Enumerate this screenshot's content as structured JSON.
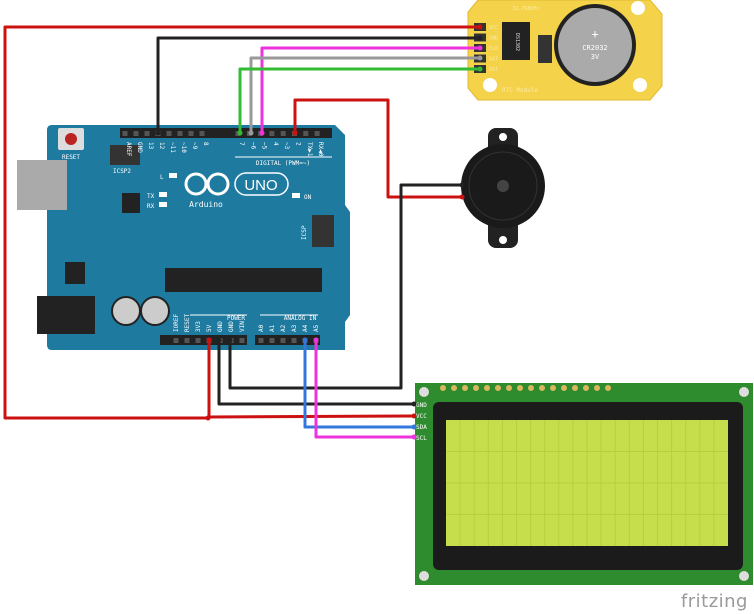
{
  "arduino": {
    "brand": "Arduino",
    "model": "UNO",
    "reset_label": "RESET",
    "icsp2_label": "ICSP2",
    "icsp_label": "ICSP",
    "led_l": "L",
    "led_tx": "TX",
    "led_rx": "RX",
    "led_on": "ON",
    "digital_label": "DIGITAL (PWM=~)",
    "power_label": "POWER",
    "analog_label": "ANALOG IN",
    "top_pins": [
      "AREF",
      "GND",
      "13",
      "12",
      "~11",
      "~10",
      "~9",
      "8",
      "7",
      "~6",
      "~5",
      "4",
      "~3",
      "2",
      "TX▶1",
      "RX◀0"
    ],
    "power_pins": [
      "IOREF",
      "RESET",
      "3V3",
      "5V",
      "GND",
      "GND",
      "VIN"
    ],
    "analog_pins": [
      "A0",
      "A1",
      "A2",
      "A3",
      "A4",
      "A5"
    ]
  },
  "rtc": {
    "chip_text": "DS1302",
    "battery": "CR2032",
    "battery_voltage": "3V",
    "battery_plus": "+",
    "module_label": "RTC Module",
    "crystal_label": "32.768KHz",
    "pins": [
      "VCC",
      "GND",
      "CLK",
      "DAT",
      "RST"
    ]
  },
  "lcd": {
    "pins": [
      "GND",
      "VCC",
      "SDA",
      "SCL"
    ],
    "screen_color": "#c6de4c",
    "board_color": "#2e8b2e"
  },
  "wire_colors": {
    "red": "#cc1111",
    "black": "#222222",
    "pink": "#ee33dd",
    "gray": "#999999",
    "green": "#33bb33",
    "blue": "#3377dd"
  },
  "watermark": "fritzing"
}
